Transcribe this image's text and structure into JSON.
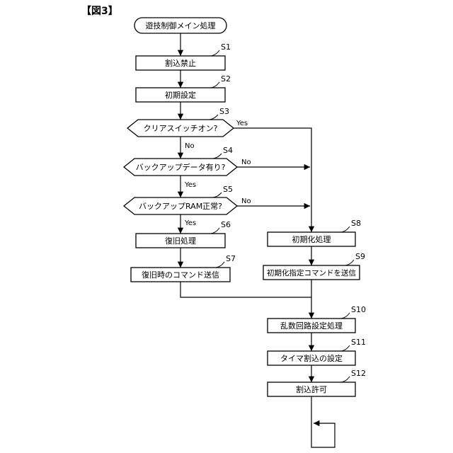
{
  "figure_label": "【図3】",
  "start_label": "遊技制御メイン処理",
  "branch": {
    "yes": "Yes",
    "no": "No"
  },
  "steps": [
    {
      "tag": "S1",
      "label": "割込禁止",
      "type": "process"
    },
    {
      "tag": "S2",
      "label": "初期設定",
      "type": "process"
    },
    {
      "tag": "S3",
      "label": "クリアスイッチオン?",
      "type": "decision",
      "yes_direction": "right",
      "no_direction": "down"
    },
    {
      "tag": "S4",
      "label": "バックアップデータ有り?",
      "type": "decision",
      "yes_direction": "down",
      "no_direction": "right"
    },
    {
      "tag": "S5",
      "label": "バックアップRAM正常?",
      "type": "decision",
      "yes_direction": "down",
      "no_direction": "right"
    },
    {
      "tag": "S6",
      "label": "復旧処理",
      "type": "process"
    },
    {
      "tag": "S7",
      "label": "復旧時のコマンド送信",
      "type": "process"
    },
    {
      "tag": "S8",
      "label": "初期化処理",
      "type": "process"
    },
    {
      "tag": "S9",
      "label": "初期化指定コマンドを送信",
      "type": "process"
    },
    {
      "tag": "S10",
      "label": "乱数回路設定処理",
      "type": "process"
    },
    {
      "tag": "S11",
      "label": "タイマ割込の設定",
      "type": "process"
    },
    {
      "tag": "S12",
      "label": "割込許可",
      "type": "process"
    }
  ],
  "colors": {
    "line": "#000000",
    "background": "#ffffff"
  }
}
